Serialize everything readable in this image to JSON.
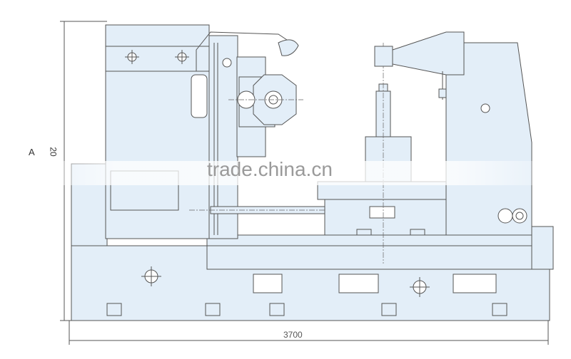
{
  "drawing": {
    "section_label": "A",
    "height_dimension": "20",
    "width_dimension": "3700",
    "watermark": "trade.china.cn"
  },
  "colors": {
    "fill": "#e3eef8",
    "line": "#555555"
  }
}
